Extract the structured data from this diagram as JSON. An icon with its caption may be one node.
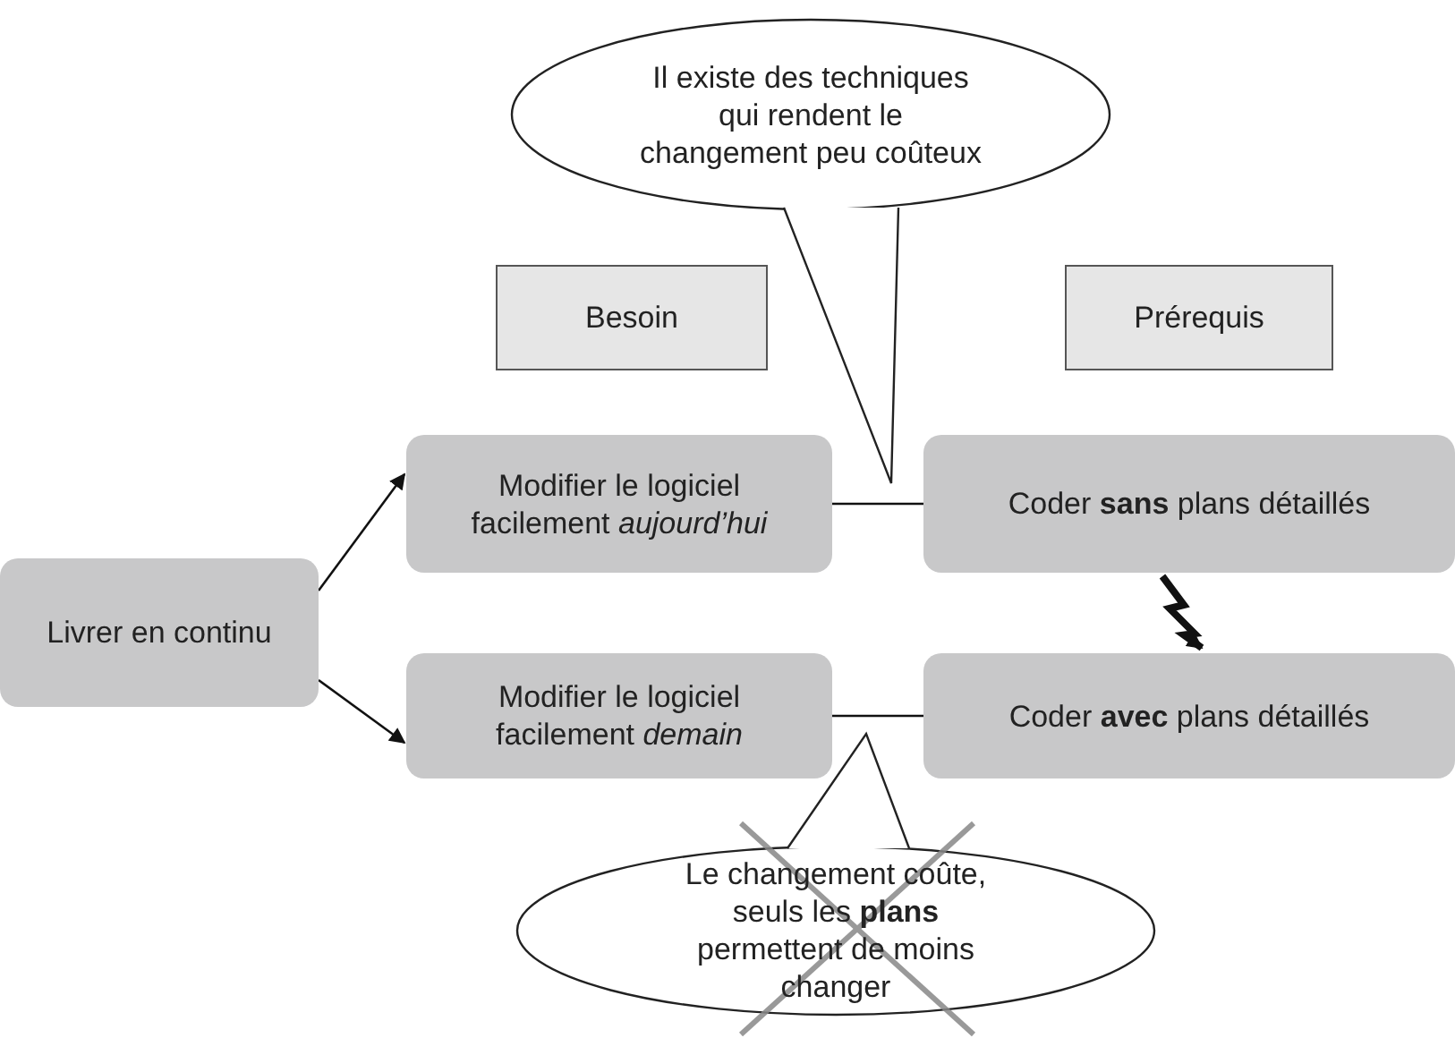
{
  "diagram": {
    "nodes": [
      {
        "text": [
          "Il existe des techniques qui rendent le changement peu coûteux"
        ]
      },
      {
        "text": [
          "Besoin"
        ]
      },
      {
        "text": [
          "Prérequis"
        ]
      },
      {
        "text": [
          "Modifier le logiciel facilement *aujourd’hui*"
        ]
      },
      {
        "text": [
          "Coder **sans** plans détaillés"
        ]
      },
      {
        "text": [
          "Livrer en continu"
        ]
      },
      {
        "text": [
          "Modifier le logiciel facilement *demain*"
        ]
      },
      {
        "text": [
          "Coder **avec** plans détaillés"
        ]
      },
      {
        "text": [
          "Le changement coûte, seuls les **plans** permettent de moins changer"
        ]
      }
    ],
    "edges": [
      {
        "from": 5,
        "to": 3,
        "arrow": "to"
      },
      {
        "from": 5,
        "to": 6,
        "arrow": "to"
      },
      {
        "from": 3,
        "to": 4,
        "arrow": "none"
      },
      {
        "from": 6,
        "to": 7,
        "arrow": "none"
      },
      {
        "from": 4,
        "to": 7,
        "arrow": "to",
        "style": "thick"
      }
    ]
  }
}
